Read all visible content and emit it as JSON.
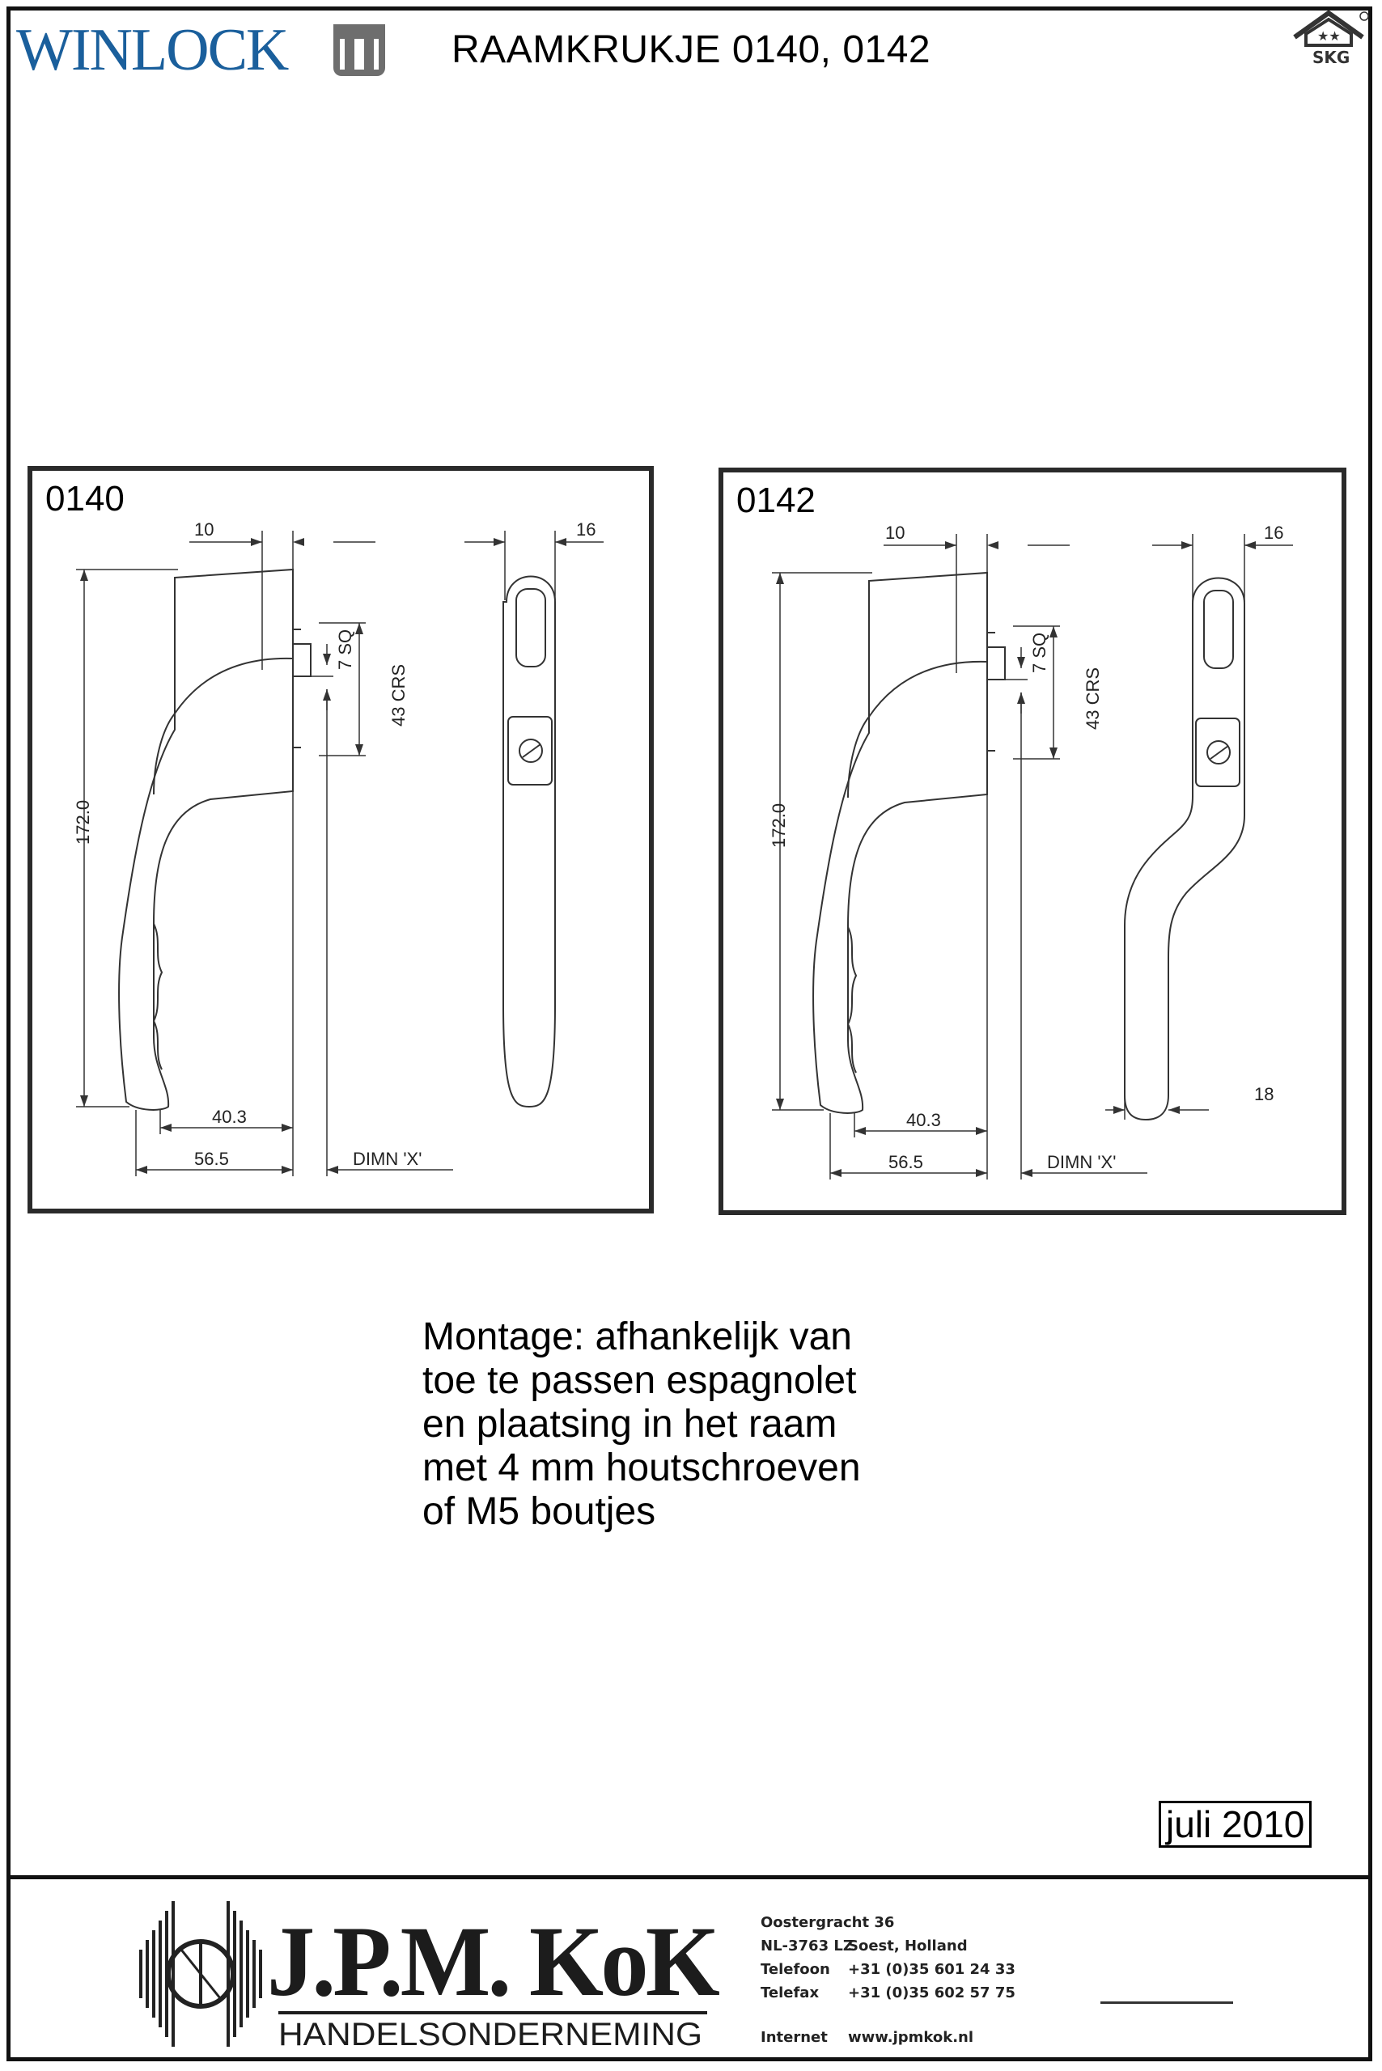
{
  "header": {
    "brand": "WINLOCK",
    "title": "RAAMKRUKJE 0140, 0142",
    "cert_mark": "SKG"
  },
  "drawings": [
    {
      "label": "0140",
      "dims": {
        "top_left": "10",
        "top_right": "16",
        "square": "7 SQ",
        "centres": "43 CRS",
        "height": "172.0",
        "w1": "40.3",
        "w2": "56.5",
        "var": "DIMN 'X'"
      }
    },
    {
      "label": "0142",
      "dims": {
        "top_left": "10",
        "top_right": "16",
        "square": "7 SQ",
        "centres": "43 CRS",
        "height": "172.0",
        "w1": "40.3",
        "w2": "56.5",
        "var": "DIMN 'X'",
        "tip": "18"
      }
    }
  ],
  "montage": {
    "lines": [
      "Montage: afhankelijk van",
      "toe te passen espagnolet",
      "en plaatsing in het raam",
      "met 4 mm houtschroeven",
      "of M5 boutjes"
    ]
  },
  "date": "juli 2010",
  "footer": {
    "company": "J.P.M. KoK",
    "subtitle": "HANDELSONDERNEMING",
    "address": [
      {
        "key": "Oostergracht 36",
        "value": ""
      },
      {
        "key": "NL-3763 LZ",
        "value": "Soest, Holland"
      },
      {
        "key": "Telefoon",
        "value": "+31 (0)35 601 24 33"
      },
      {
        "key": "Telefax",
        "value": "+31 (0)35 602 57 75"
      },
      {
        "key": "Internet",
        "value": "www.jpmkok.nl"
      }
    ]
  }
}
